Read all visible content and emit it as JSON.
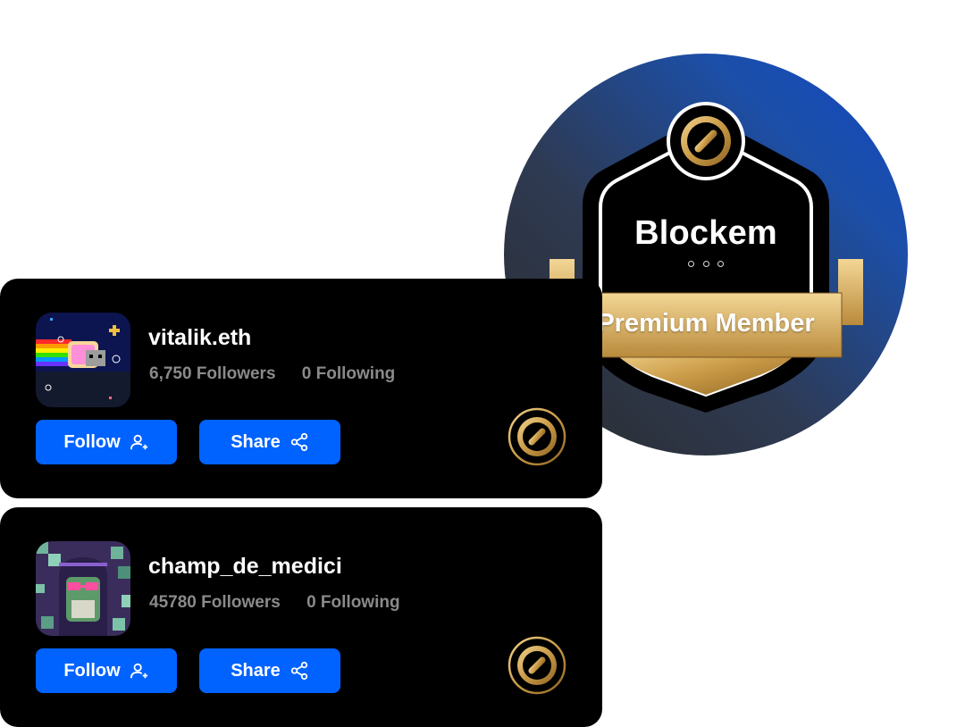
{
  "badge": {
    "brand": "Blockem",
    "ribbon_label": "Premium Member",
    "colors": {
      "gold": "#c99a46",
      "circle_start": "#2b2b2b",
      "circle_end": "#1148c4"
    }
  },
  "profiles": [
    {
      "username": "vitalik.eth",
      "followers": "6,750 Followers",
      "following": "0 Following",
      "follow_label": "Follow",
      "share_label": "Share",
      "avatar": "nyan-cat-avatar"
    },
    {
      "username": "champ_de_medici",
      "followers": "45780 Followers",
      "following": "0 Following",
      "follow_label": "Follow",
      "share_label": "Share",
      "avatar": "pixel-frog-avatar"
    }
  ],
  "colors": {
    "button": "#0062ff",
    "card": "#000000",
    "muted_text": "#8a8a8a"
  }
}
